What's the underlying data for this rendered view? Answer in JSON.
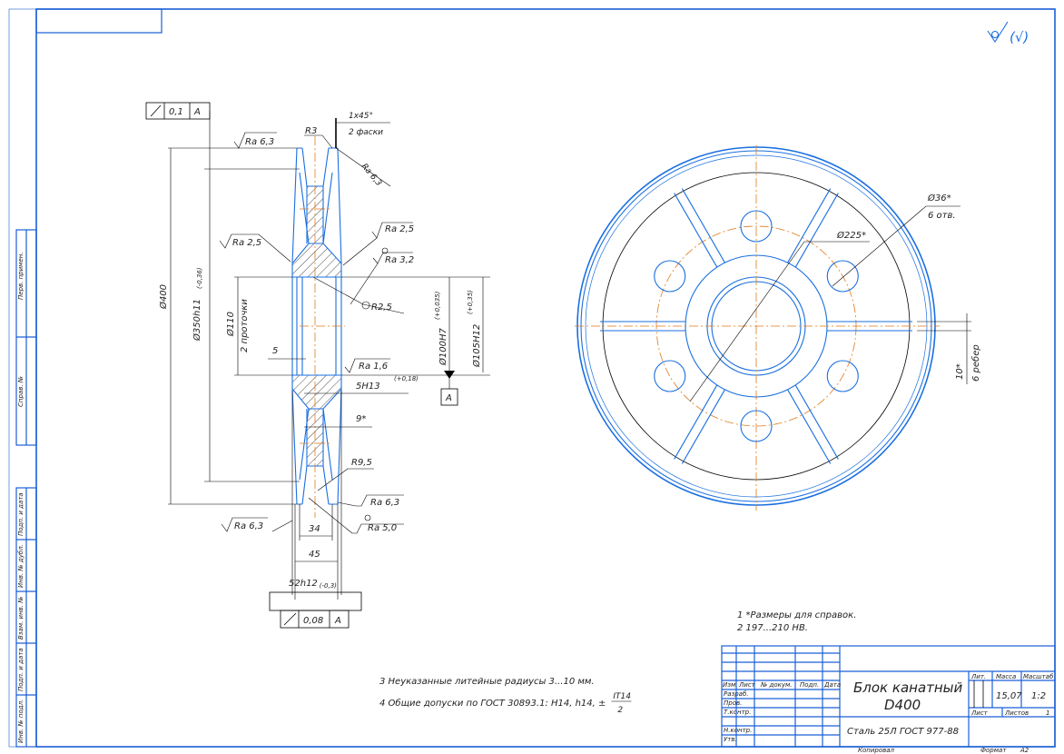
{
  "colors": {
    "frame": "#1a5fd6",
    "contour": "#1a6fe0",
    "axis": "#e07a1a",
    "dim": "#000000"
  },
  "roughness_symbol": "(√)",
  "section": {
    "runout_tol": "0,1",
    "runout_base": "A",
    "ra_top": "Ra 6,3",
    "r3": "R3",
    "chamfer": "1x45°",
    "chamfer_note": "2 фаски",
    "ra_groove": "Ra 6,3",
    "ra_hub_left": "Ra 2,5",
    "ra_hub_right": "Ra 2,5",
    "ra_bore_edge": "Ra 3,2",
    "r25": "R2,5",
    "d400": "Ø400",
    "d350": "Ø350h11",
    "d350_tol": "(-0,36)",
    "d110": "Ø110",
    "grooves_note": "2 проточки",
    "dim5": "5",
    "d100": "Ø100H7",
    "d100_tol": "(+0,035)",
    "d105": "Ø105H12",
    "d105_tol": "(+0,35)",
    "ra16": "Ra 1,6",
    "key": "5H13",
    "key_tol": "(+0,18)",
    "datum": "A",
    "dim9": "9*",
    "r95": "R9,5",
    "ra_low_right": "Ra 6,3",
    "ra50": "Ra 5,0",
    "ra_low_left": "Ra 6,3",
    "dim34": "34",
    "dim45": "45",
    "dim52": "52h12",
    "dim52_tol": "(-0,3)",
    "face_tol": "0,08",
    "face_base": "A"
  },
  "front_view": {
    "pcd": "Ø225*",
    "holes": "Ø36*",
    "holes_count": "6 отв.",
    "rib": "10*",
    "rib_count": "6 ребер",
    "rib_n": 6,
    "hole_n": 6
  },
  "notes": [
    "1  *Размеры для справок.",
    "2  197...210 HB.",
    "3  Неуказанные литейные радиусы 3...10 мм.",
    "4  Общие допуски по ГОСТ 30893.1: H14, h14, ±"
  ],
  "note_fraction": {
    "num": "IT14",
    "den": "2"
  },
  "title_block": {
    "name": "Блок канатный",
    "designation": "D400",
    "material": "Сталь 25Л ГОСТ 977-88",
    "lit": "Лит.",
    "mass_h": "Масса",
    "scale_h": "Масштаб",
    "mass": "15,07",
    "scale": "1:2",
    "sheet": "Лист",
    "sheets": "Листов",
    "sheets_v": "1",
    "cols": [
      "Изм.",
      "Лист",
      "№ докум.",
      "Подп.",
      "Дата"
    ],
    "roles": [
      "Разраб.",
      "Пров.",
      "Т.контр.",
      "Н.контр.",
      "Утв."
    ],
    "copied": "Копировал",
    "format_h": "Формат",
    "format": "A2"
  },
  "side_strip": [
    "Перв. примен.",
    "Справ. №",
    "Подп. и дата",
    "Инв. № дубл.",
    "Взам. инв. №",
    "Подп. и дата",
    "Инв. № подл."
  ]
}
